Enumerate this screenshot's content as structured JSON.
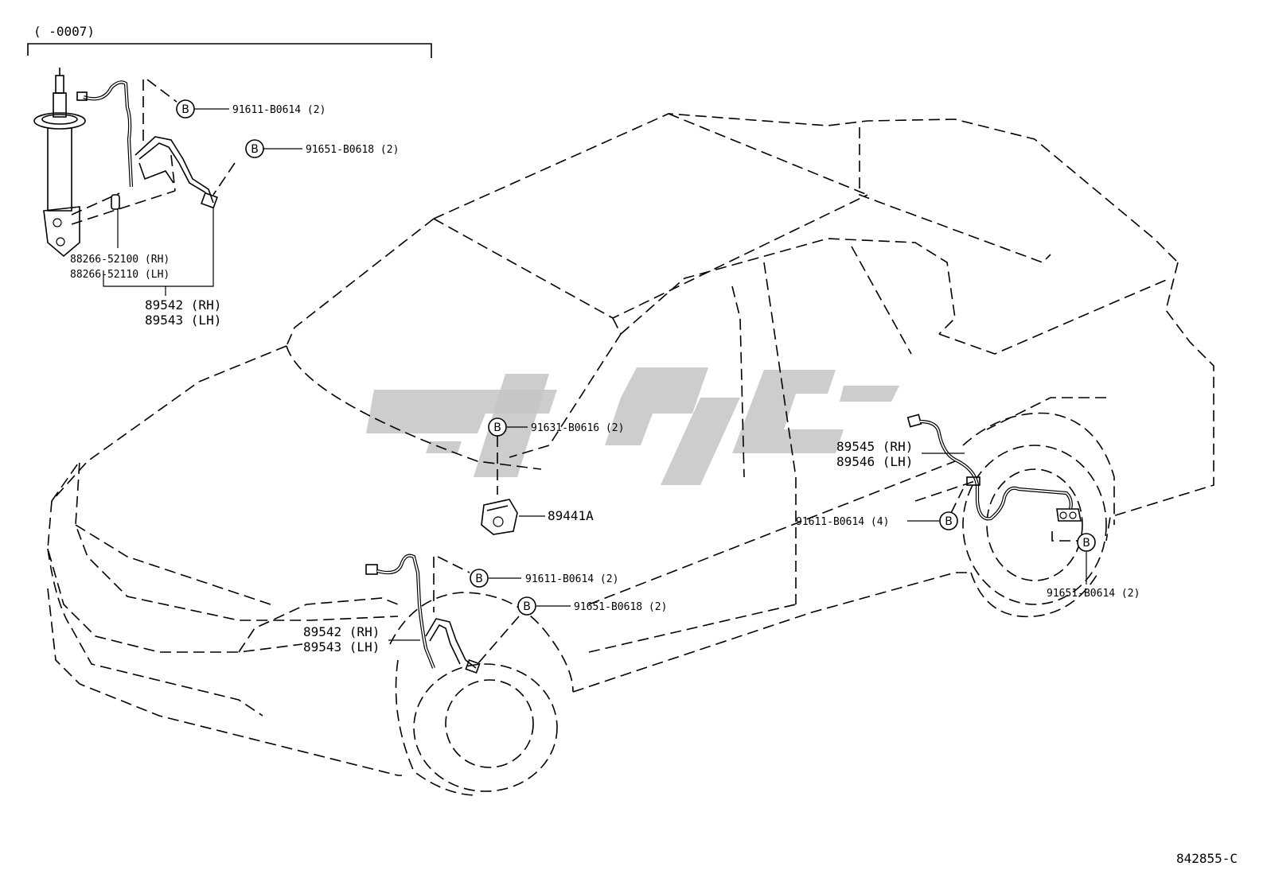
{
  "header": {
    "bracket_label": "(        -0007)"
  },
  "inset": {
    "labels": {
      "b1": "91611-B0614 (2)",
      "b2": "91651-B0618 (2)",
      "p1": "88266-52100 (RH)",
      "p2": "88266-52110 (LH)",
      "p3": "89542 (RH)",
      "p4": "89543 (LH)"
    }
  },
  "main": {
    "labels": {
      "b_top": "91631-B0616 (2)",
      "module": "89441A",
      "b_front1": "91611-B0614 (2)",
      "b_front2": "91651-B0618 (2)",
      "front_rh": "89542 (RH)",
      "front_lh": "89543 (LH)",
      "rear_rh": "89545 (RH)",
      "rear_lh": "89546 (LH)",
      "b_rear1": "91611-B0614 (4)",
      "b_rear2": "91651-B0614 (2)"
    },
    "badge_letter": "B"
  },
  "footer": {
    "drawing_id": "842855-C"
  }
}
